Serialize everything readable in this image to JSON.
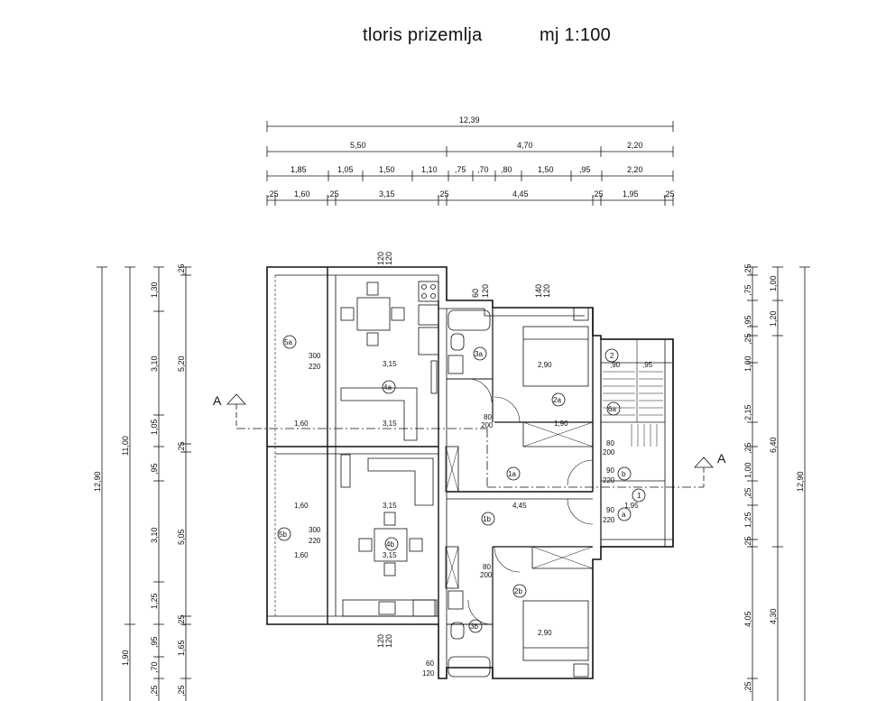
{
  "title": "tloris  prizemlja",
  "scale": "mj  1:100",
  "top_dims": {
    "row1": [
      "12,39"
    ],
    "row2": [
      "5,50",
      "4,70",
      "2,20"
    ],
    "row3": [
      "1,85",
      "1,05",
      "1,50",
      "1,10",
      ",75",
      ",70",
      ",80",
      "1,50",
      ",95",
      "2,20"
    ],
    "row4": [
      ",25",
      "1,60",
      ",25",
      "3,15",
      ",25",
      "4,45",
      ",25",
      "1,95",
      ",25"
    ]
  },
  "left_dims": {
    "outer": [
      "12,90"
    ],
    "second": [
      "11,00",
      "1,90"
    ],
    "third": [
      "1,30",
      "3,10",
      "1,05",
      ",95",
      "3,10",
      "1,25",
      ",95",
      ",70",
      ",25"
    ],
    "fourth": [
      ",25",
      "5,20",
      ",25",
      "5,05",
      ",25",
      "1,65",
      ",25"
    ]
  },
  "right_dims": {
    "outer": [
      "12,90"
    ],
    "second": [
      "1,00",
      "1,20",
      "6,40",
      "4,30"
    ],
    "third": [
      ",25",
      ",75",
      ",95",
      ",25",
      "1,00",
      "2,15",
      ",25",
      "1,00",
      ",25",
      "1,25",
      ",25",
      "4,05",
      ",25"
    ]
  },
  "section_marks": {
    "left": "A",
    "right": "A"
  },
  "rooms": [
    "5a",
    "4a",
    "3a",
    "2a",
    "6a",
    "2",
    "1a",
    "b",
    "1",
    "a",
    "1b",
    "5b",
    "4b",
    "2b",
    "3b"
  ],
  "openings": {
    "o1": "120",
    "o2": "120",
    "o3": "60",
    "o4": "120",
    "o5": "140",
    "o6": "120",
    "o7": "300",
    "o8": "220",
    "o9": "300",
    "o10": "220",
    "o11": "80",
    "o12": "200",
    "o13": "90",
    "o14": "220",
    "o15": "90",
    "o16": "220",
    "o17": "80",
    "o18": "200",
    "o19": "120",
    "o20": "120",
    "o21": "60",
    "o22": "120",
    "o23": "80",
    "o24": "200"
  },
  "interior_dims": {
    "d1": "3,15",
    "d2": "1,60",
    "d3": "3,15",
    "d4": "1,60",
    "d5": "3,15",
    "d6": "1,60",
    "d7": "3,15",
    "d8": "4,45",
    "d9": "1,90",
    "d10": "2,90",
    "d11": "2,90",
    "d12": "1,95",
    "d13": ",90",
    "d14": ",95"
  }
}
